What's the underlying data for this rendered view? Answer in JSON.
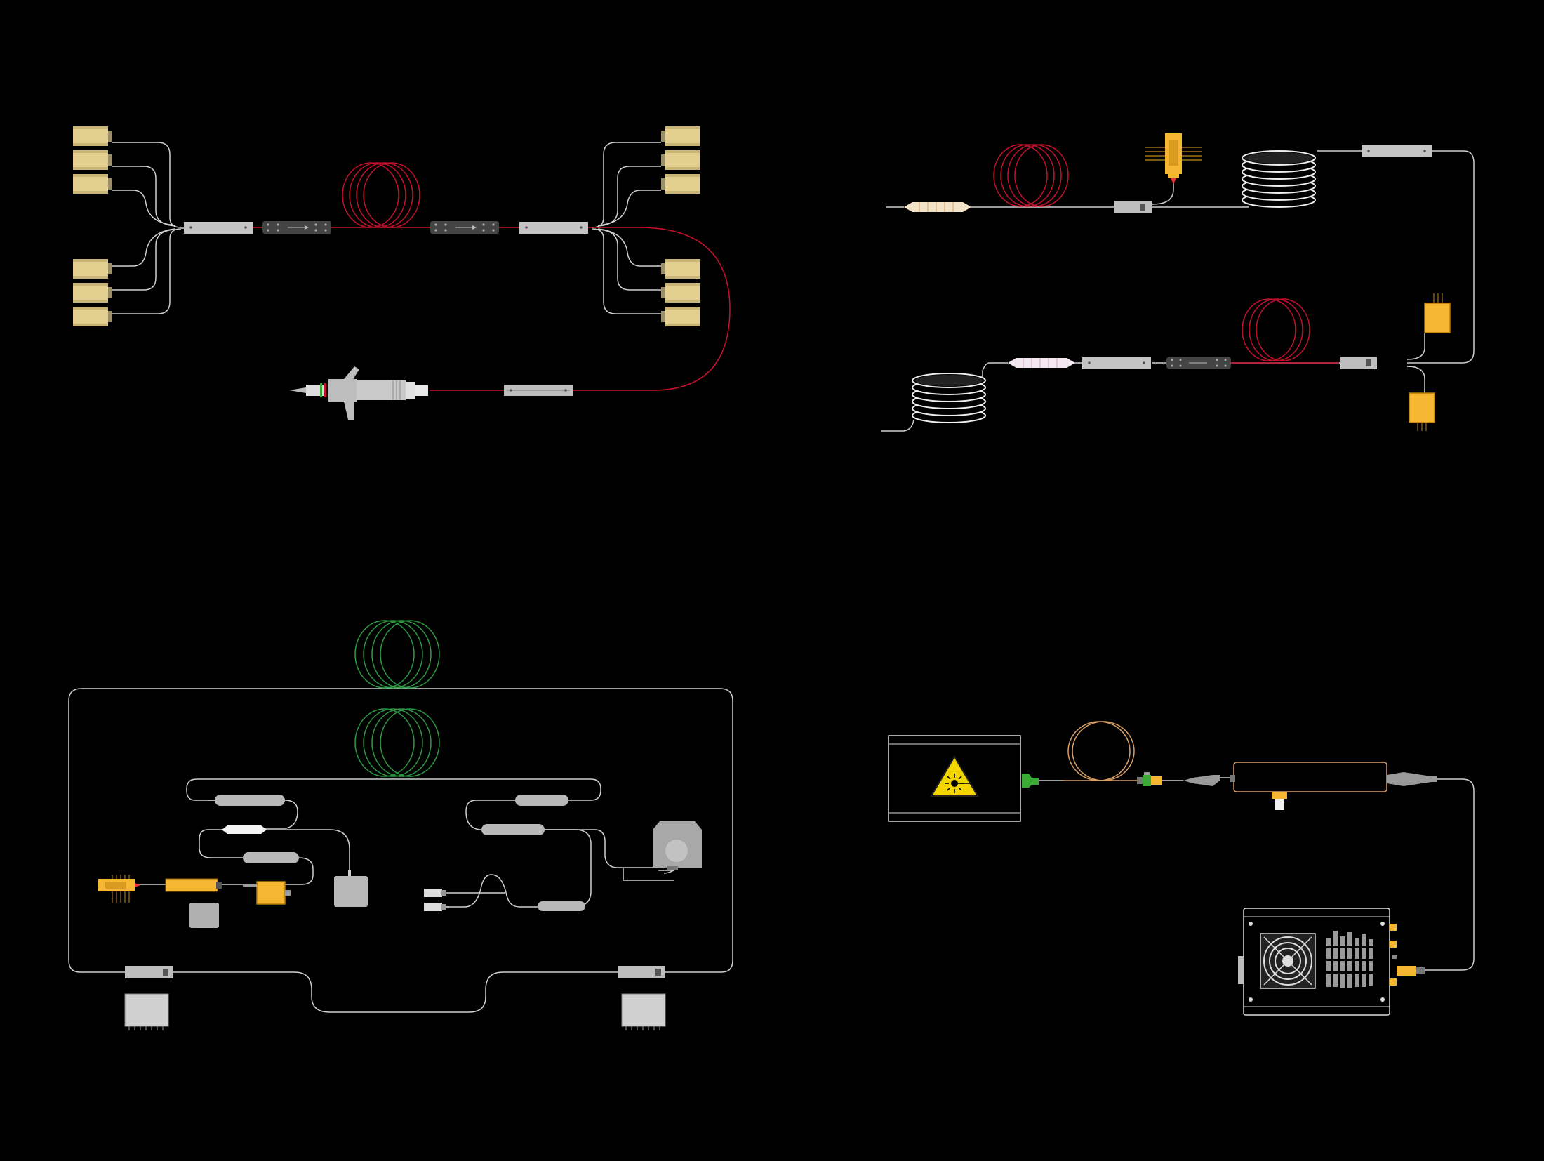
{
  "colors": {
    "background": "#000000",
    "fiber": "#cfcfcf",
    "active_fiber_red": "#c8102e",
    "active_fiber_green": "#2e9a45",
    "passive_fiber_orange": "#d9a066",
    "diode_tan": "#e3cf8f",
    "component_yellow": "#f5b731",
    "component_gray": "#b8b8b8",
    "dark_component": "#3a3a3a",
    "laser_green": "#3aa935",
    "warning_yellow": "#f3d600"
  },
  "panels": [
    {
      "id": "pump-combiner-system",
      "position": "top-left"
    },
    {
      "id": "fiber-amplifier-chain",
      "position": "top-right"
    },
    {
      "id": "ring-cavity-system",
      "position": "bottom-left"
    },
    {
      "id": "laser-to-chiller",
      "position": "bottom-right"
    }
  ],
  "icons": {
    "laser": "laser-hazard-icon",
    "fan": "fan-icon",
    "coil": "fiber-spool-icon",
    "loop": "fiber-loop-icon"
  }
}
